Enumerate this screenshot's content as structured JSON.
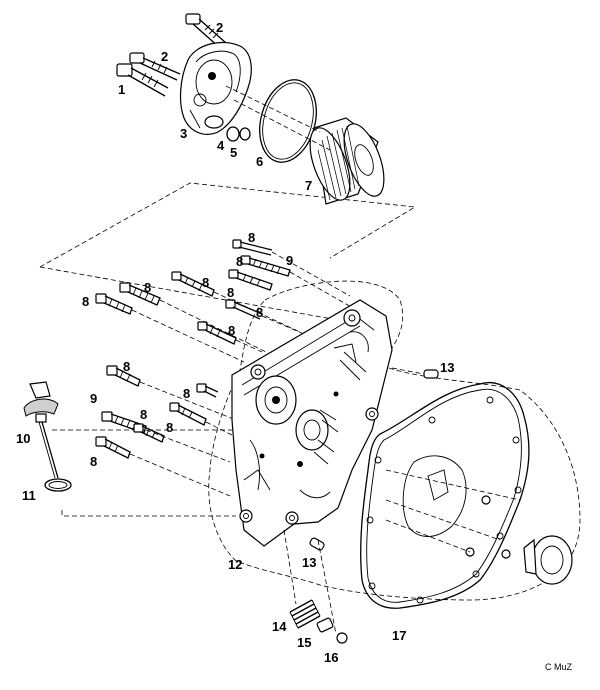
{
  "diagram": {
    "callouts": [
      {
        "id": "c1",
        "text": "1"
      },
      {
        "id": "c2a",
        "text": "2"
      },
      {
        "id": "c2b",
        "text": "2"
      },
      {
        "id": "c3",
        "text": "3"
      },
      {
        "id": "c4",
        "text": "4"
      },
      {
        "id": "c5",
        "text": "5"
      },
      {
        "id": "c6",
        "text": "6"
      },
      {
        "id": "c7",
        "text": "7"
      },
      {
        "id": "c8a",
        "text": "8"
      },
      {
        "id": "c8b",
        "text": "8"
      },
      {
        "id": "c8c",
        "text": "8"
      },
      {
        "id": "c8d",
        "text": "8"
      },
      {
        "id": "c8e",
        "text": "8"
      },
      {
        "id": "c8f",
        "text": "8"
      },
      {
        "id": "c8g",
        "text": "8"
      },
      {
        "id": "c8h",
        "text": "8"
      },
      {
        "id": "c8i",
        "text": "8"
      },
      {
        "id": "c8j",
        "text": "8"
      },
      {
        "id": "c8k",
        "text": "8"
      },
      {
        "id": "c8l",
        "text": "8"
      },
      {
        "id": "c8m",
        "text": "8"
      },
      {
        "id": "c9a",
        "text": "9"
      },
      {
        "id": "c9b",
        "text": "9"
      },
      {
        "id": "c10",
        "text": "10"
      },
      {
        "id": "c11",
        "text": "11"
      },
      {
        "id": "c12",
        "text": "12"
      },
      {
        "id": "c13a",
        "text": "13"
      },
      {
        "id": "c13b",
        "text": "13"
      },
      {
        "id": "c14",
        "text": "14"
      },
      {
        "id": "c15",
        "text": "15"
      },
      {
        "id": "c16",
        "text": "16"
      },
      {
        "id": "c17",
        "text": "17"
      }
    ],
    "credit": "C MuZ"
  }
}
